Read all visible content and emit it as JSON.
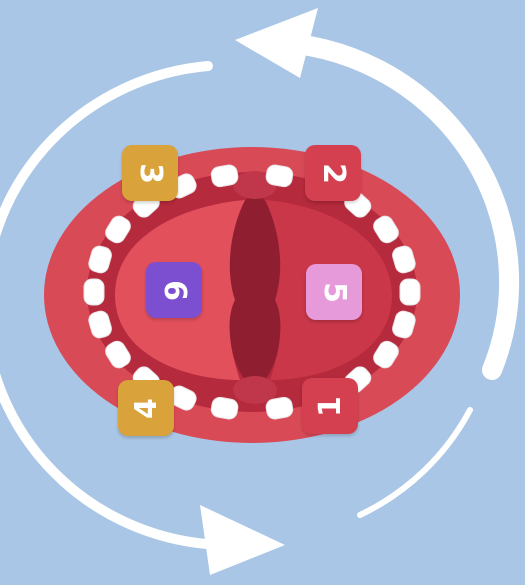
{
  "colors": {
    "background": "#a9c6e6",
    "arrow": "#ffffff",
    "lip_outer": "#d94a57",
    "mouth_inner": "#b52a3c",
    "tongue": "#e2505c",
    "tooth": "#ffffff"
  },
  "badges": [
    {
      "label": "1",
      "color": "#d4404f"
    },
    {
      "label": "2",
      "color": "#d4404f"
    },
    {
      "label": "3",
      "color": "#d9a23a"
    },
    {
      "label": "4",
      "color": "#d9a23a"
    },
    {
      "label": "5",
      "color": "#e79ad9"
    },
    {
      "label": "6",
      "color": "#7b4fd0"
    }
  ]
}
